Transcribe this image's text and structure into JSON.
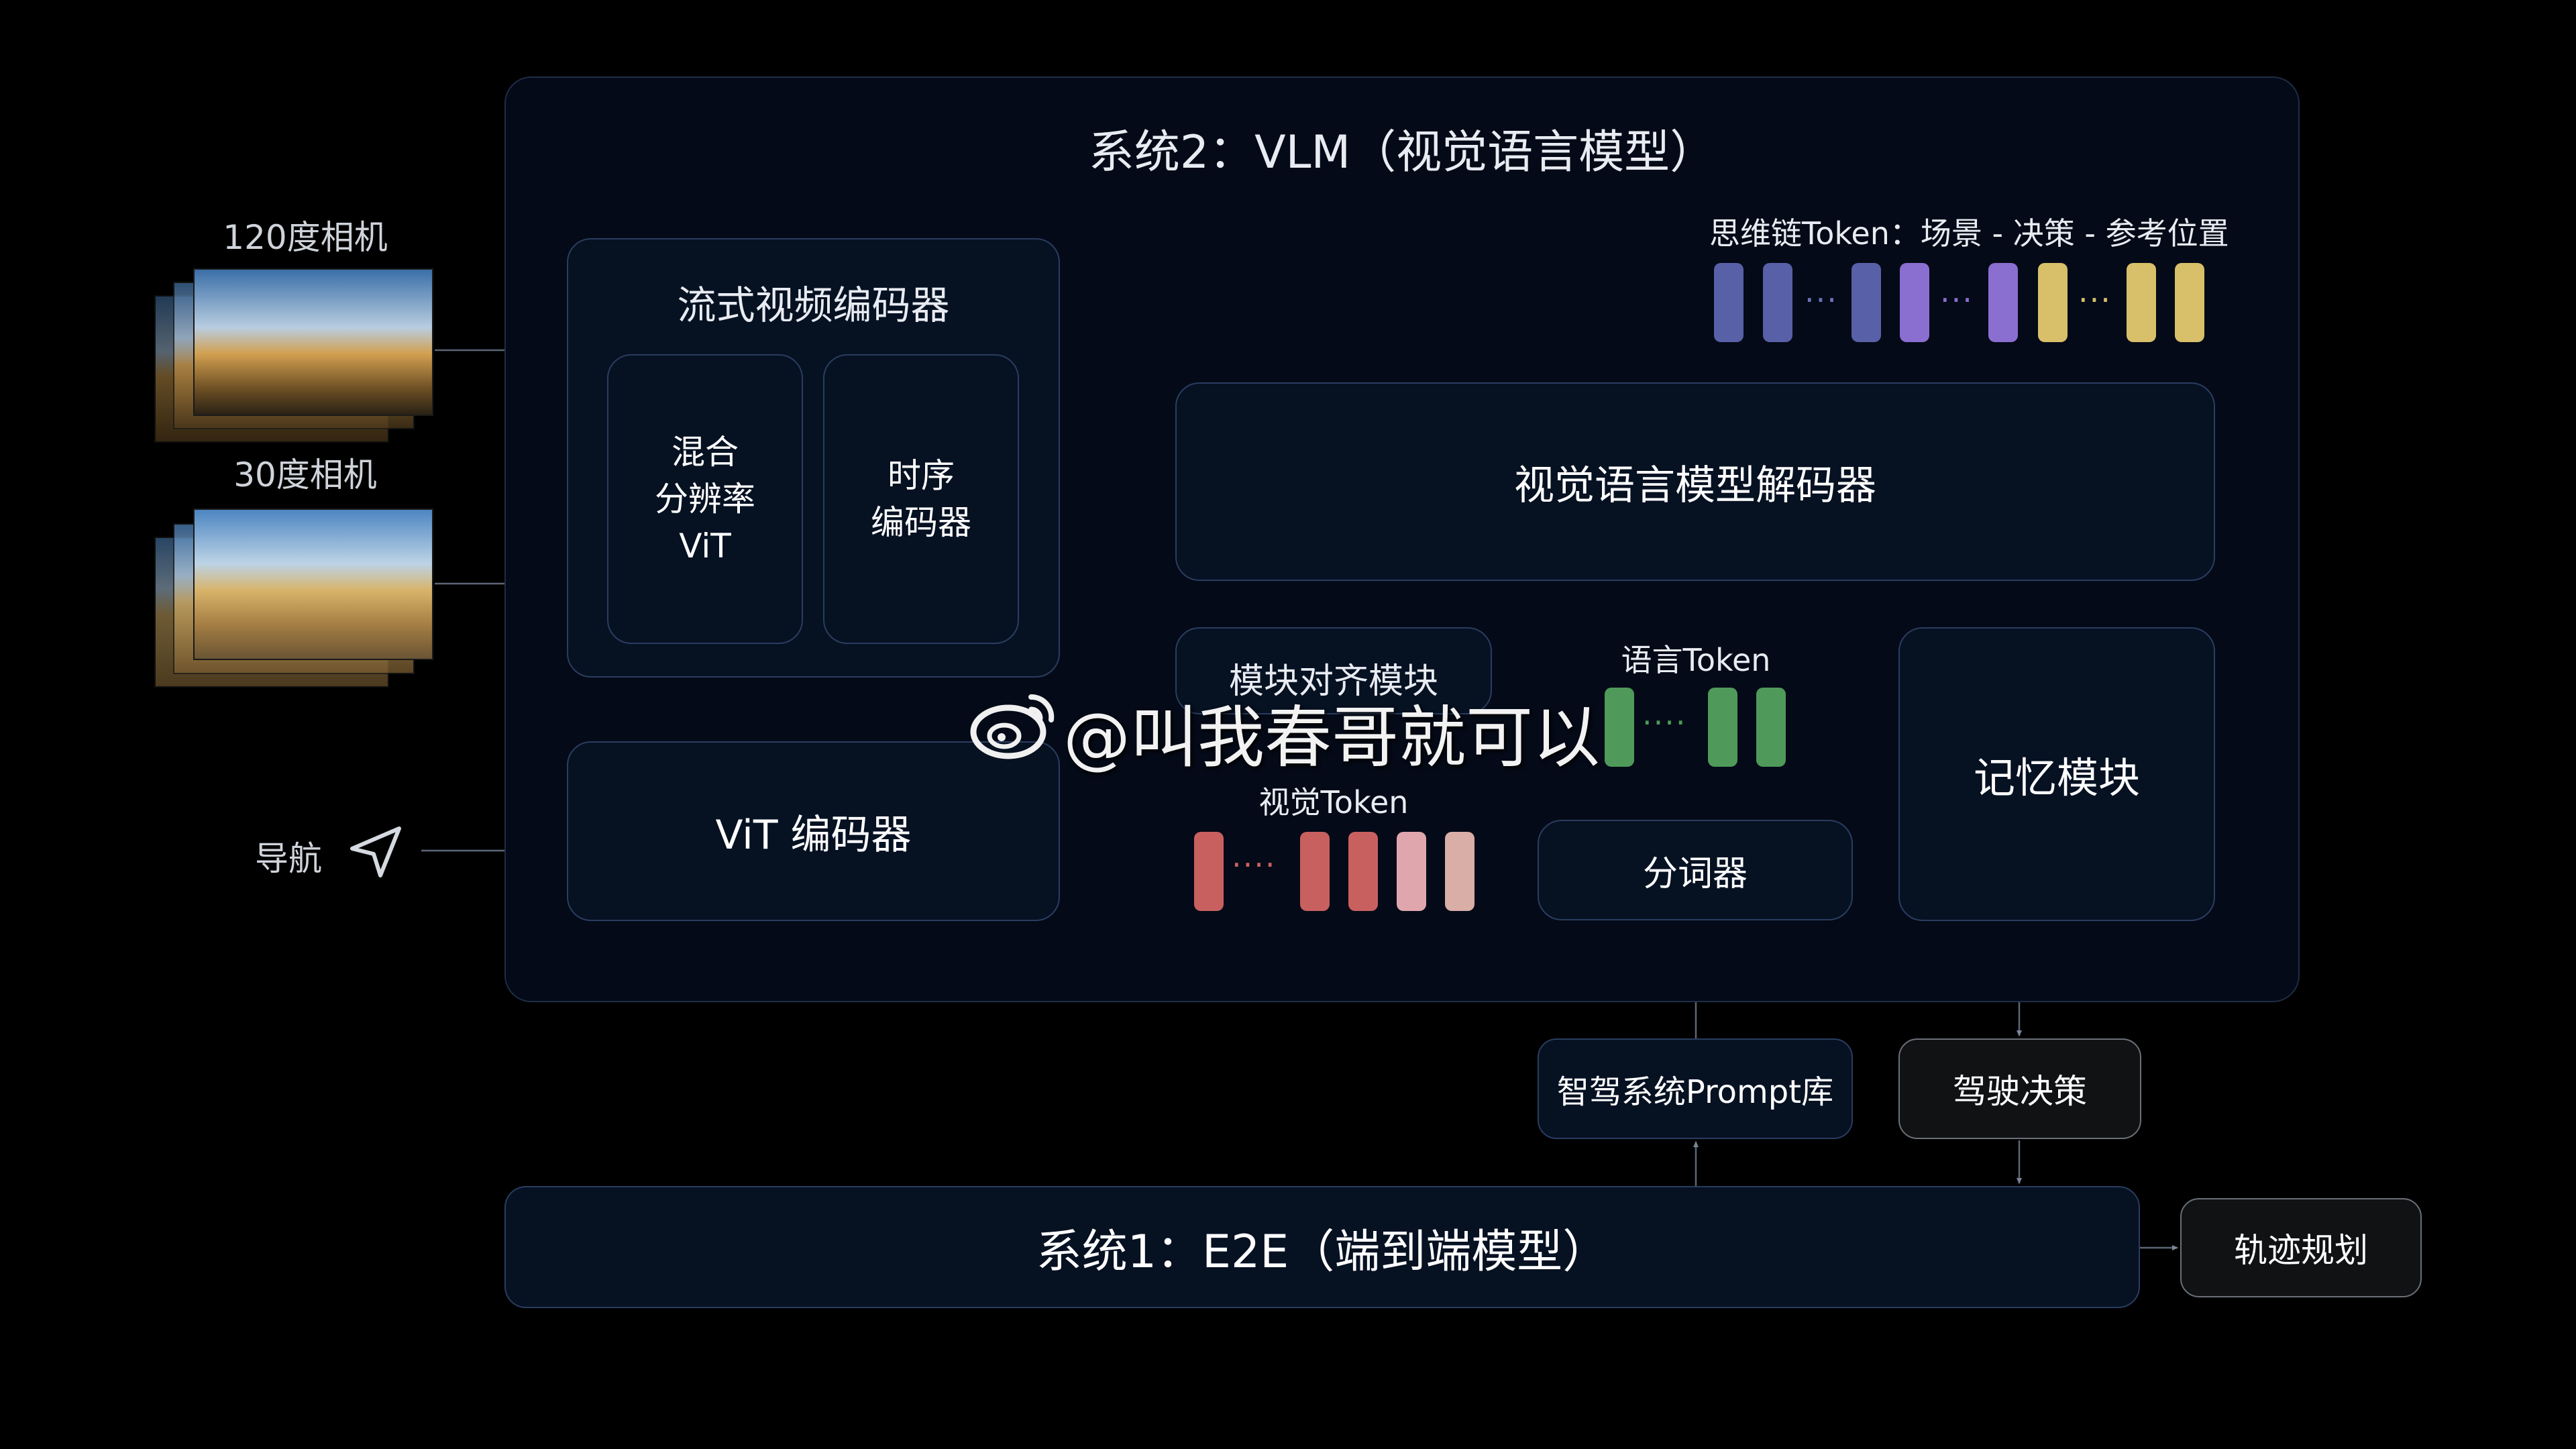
{
  "system2_title": "系统2：VLM（视觉语言模型）",
  "system1_title": "系统1：E2E（端到端模型）",
  "inputs": {
    "camera_120": "120度相机",
    "camera_30": "30度相机",
    "navigation": "导航"
  },
  "streaming_encoder": {
    "title": "流式视频编码器",
    "mixed_res_vit": [
      "混合",
      "分辨率",
      "ViT"
    ],
    "temporal_encoder": [
      "时序",
      "编码器"
    ]
  },
  "vit_encoder": "ViT 编码器",
  "vlm_decoder": "视觉语言模型解码器",
  "alignment_module": "模块对齐模块",
  "memory_module": "记忆模块",
  "tokenizer": "分词器",
  "prompt_library": "智驾系统Prompt库",
  "driving_decision": "驾驶决策",
  "trajectory_planning": "轨迹规划",
  "cot_tokens_label": "思维链Token：场景 - 决策 - 参考位置",
  "language_tokens_label": "语言Token",
  "visual_tokens_label": "视觉Token",
  "watermark": "@叫我春哥就可以",
  "colors": {
    "background": "#000000",
    "panel": "#061122",
    "border": "#2a3d60",
    "cot_blue": "#5860a8",
    "cot_purple": "#8a6ed0",
    "cot_yellow": "#d8c06a",
    "lang_green": "#4f9a5a",
    "vis_red": "#c96060",
    "vis_pink": "#e0a6ad"
  }
}
